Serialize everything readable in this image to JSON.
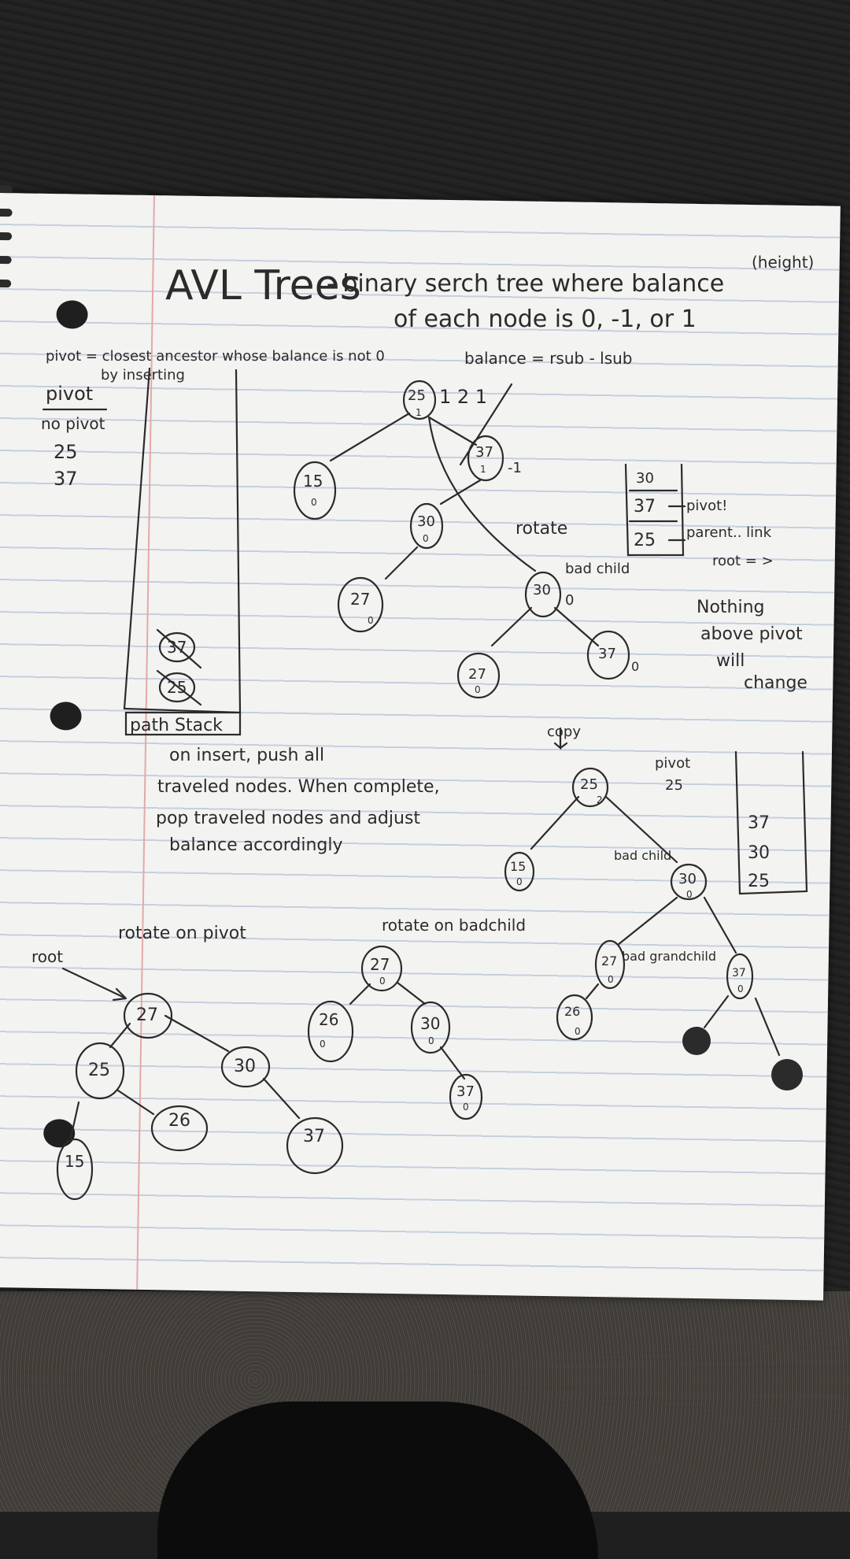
{
  "title": {
    "main": "AVL Trees",
    "definition_line1": "- binary serch tree where balance",
    "definition_note": "(height)",
    "definition_line2": "of each node is 0, -1, or 1"
  },
  "pivot_definition": {
    "line1": "pivot = closest ancestor whose balance is not 0",
    "line2": "by inserting"
  },
  "balance_formula": "balance = rsub - lsub",
  "pivot_list": {
    "heading": "pivot",
    "items": [
      "no pivot",
      "25",
      "37"
    ]
  },
  "path_stack": {
    "label": "path Stack",
    "items": [
      "37",
      "25"
    ]
  },
  "stack_note": {
    "line1": "on insert, push all",
    "line2": "traveled nodes. When complete,",
    "line3": "pop traveled nodes and adjust",
    "line4": "balance accordingly"
  },
  "first_tree": {
    "nodes": [
      {
        "label": "25",
        "balance": "1"
      },
      {
        "label": "15",
        "balance": "0"
      },
      {
        "label": "37",
        "balance": "-1"
      },
      {
        "label": "30",
        "balance": "0"
      },
      {
        "label": "27",
        "balance": "0"
      }
    ],
    "balance_scratch": "1 2 1"
  },
  "rotate_label": "rotate",
  "bad_child_label": "bad child",
  "rotated_tree": {
    "nodes": [
      {
        "label": "30",
        "balance": "0"
      },
      {
        "label": "27",
        "balance": "0"
      },
      {
        "label": "37",
        "balance": "0"
      }
    ]
  },
  "mini_stack": {
    "items": [
      "30",
      "37",
      "25"
    ],
    "pivot_note": "pivot!",
    "parent_note": "parent.. link",
    "root_note": "root = >"
  },
  "nothing_note": {
    "line1": "Nothing",
    "line2": "above pivot",
    "line3": "will",
    "line4": "change"
  },
  "copy_label": "copy",
  "second_tree": {
    "pivot_heading": "pivot",
    "pivot_value": "25",
    "nodes": [
      {
        "label": "25",
        "balance": "2"
      },
      {
        "label": "15",
        "balance": "0"
      },
      {
        "label": "30",
        "balance": "0"
      },
      {
        "label": "27",
        "balance": "0"
      },
      {
        "label": "26",
        "balance": "0"
      },
      {
        "label": "37",
        "balance": "0"
      }
    ],
    "bad_child": "bad child",
    "bad_grandchild": "bad grandchild",
    "stack_items": [
      "37",
      "30",
      "25"
    ]
  },
  "rotate_pivot_label": "rotate on pivot",
  "root_label": "root",
  "tree_pivot": {
    "nodes": [
      {
        "label": "27"
      },
      {
        "label": "25"
      },
      {
        "label": "30"
      },
      {
        "label": "15"
      },
      {
        "label": "26"
      },
      {
        "label": "37"
      }
    ]
  },
  "rotate_badchild_label": "rotate on badchild",
  "tree_badchild": {
    "nodes": [
      {
        "label": "27",
        "balance": "0"
      },
      {
        "label": "26",
        "balance": "0"
      },
      {
        "label": "30",
        "balance": "0"
      },
      {
        "label": "37",
        "balance": "0"
      }
    ]
  }
}
